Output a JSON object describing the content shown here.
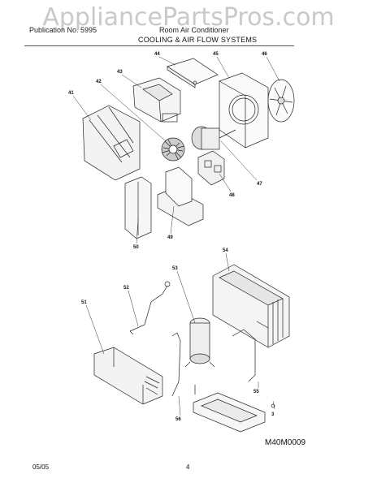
{
  "watermark": "AppliancePartsPros.com",
  "header": {
    "left": "Publication No. 5995",
    "right": "Room Air Conditioner",
    "section": "COOLING & AIR FLOW SYSTEMS"
  },
  "diagram_code": "M40M0009",
  "footer": {
    "date": "05/05",
    "page": "4"
  },
  "part_labels": [
    "44",
    "45",
    "46",
    "43",
    "42",
    "41",
    "47",
    "48",
    "49",
    "50",
    "54",
    "53",
    "52",
    "51",
    "55",
    "3",
    "56"
  ]
}
